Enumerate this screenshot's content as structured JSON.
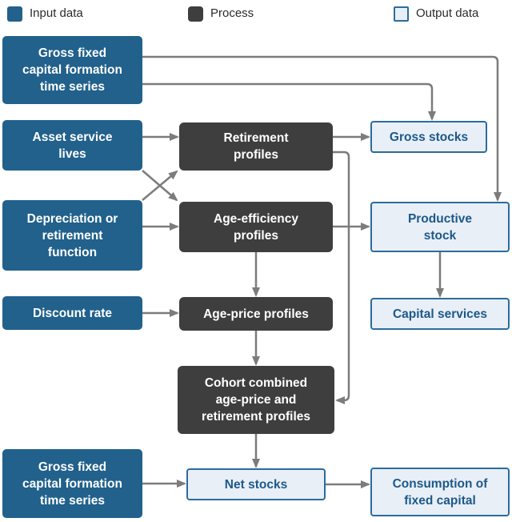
{
  "legend": {
    "items": [
      {
        "id": "input",
        "label": "Input data"
      },
      {
        "id": "process",
        "label": "Process"
      },
      {
        "id": "output",
        "label": "Output data"
      }
    ]
  },
  "colors": {
    "input": "#21618C",
    "process": "#3E3E3E",
    "output_fill": "#E9EFF7",
    "output_border": "#2C6C9C",
    "output_text": "#1C598A",
    "arrow": "#7C7C7C",
    "legend_text": "#2B2B2B",
    "background": "#FFFFFF"
  },
  "nodes": {
    "gfcf_top": {
      "label": "Gross fixed\ncapital formation\ntime series",
      "type": "input"
    },
    "asset_lives": {
      "label": "Asset service\nlives",
      "type": "input"
    },
    "depr_function": {
      "label": "Depreciation or\nretirement\nfunction",
      "type": "input"
    },
    "discount_rate": {
      "label": "Discount rate",
      "type": "input"
    },
    "gfcf_bottom": {
      "label": "Gross fixed\ncapital formation\ntime series",
      "type": "input"
    },
    "retirement": {
      "label": "Retirement\nprofiles",
      "type": "process"
    },
    "age_efficiency": {
      "label": "Age-efficiency\nprofiles",
      "type": "process"
    },
    "age_price": {
      "label": "Age-price profiles",
      "type": "process"
    },
    "cohort": {
      "label": "Cohort combined\nage-price and\nretirement profiles",
      "type": "process"
    },
    "gross_stocks": {
      "label": "Gross stocks",
      "type": "output"
    },
    "productive": {
      "label": "Productive\nstock",
      "type": "output"
    },
    "capital_services": {
      "label": "Capital services",
      "type": "output"
    },
    "net_stocks": {
      "label": "Net stocks",
      "type": "output"
    },
    "consumption": {
      "label": "Consumption of\nfixed capital",
      "type": "output"
    }
  },
  "edges": [
    {
      "from": "gfcf_top",
      "to": "productive"
    },
    {
      "from": "gfcf_top",
      "to": "gross_stocks"
    },
    {
      "from": "asset_lives",
      "to": "retirement"
    },
    {
      "from": "asset_lives",
      "to": "age_efficiency"
    },
    {
      "from": "depr_function",
      "to": "retirement"
    },
    {
      "from": "depr_function",
      "to": "age_efficiency"
    },
    {
      "from": "retirement",
      "to": "gross_stocks"
    },
    {
      "from": "retirement",
      "to": "cohort"
    },
    {
      "from": "age_efficiency",
      "to": "productive"
    },
    {
      "from": "age_efficiency",
      "to": "age_price"
    },
    {
      "from": "discount_rate",
      "to": "age_price"
    },
    {
      "from": "age_price",
      "to": "cohort"
    },
    {
      "from": "productive",
      "to": "capital_services"
    },
    {
      "from": "cohort",
      "to": "net_stocks"
    },
    {
      "from": "gfcf_bottom",
      "to": "net_stocks"
    },
    {
      "from": "net_stocks",
      "to": "consumption"
    }
  ]
}
